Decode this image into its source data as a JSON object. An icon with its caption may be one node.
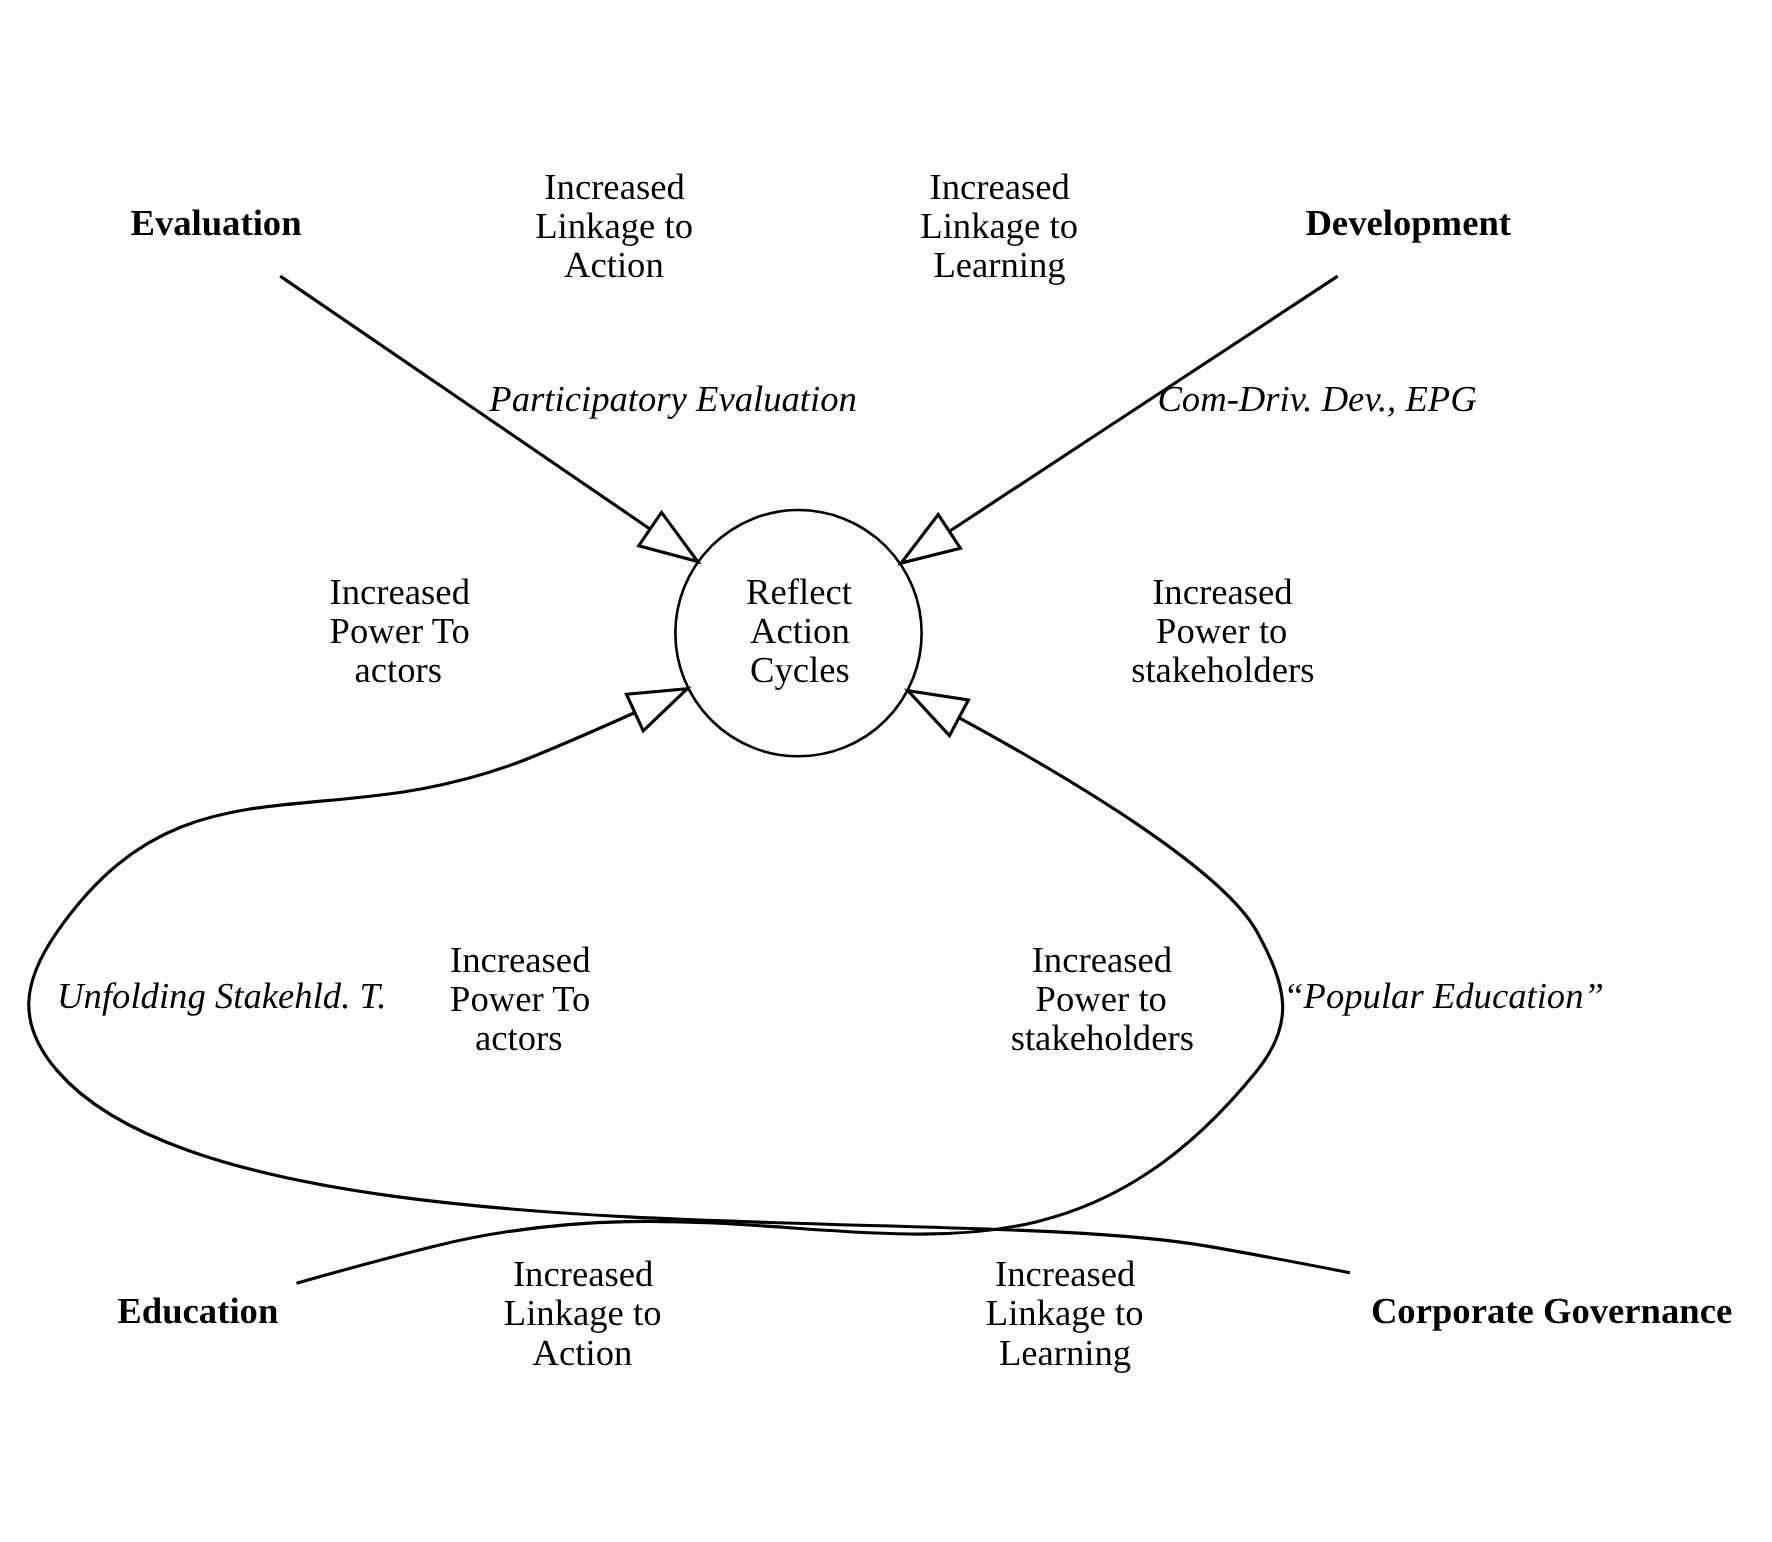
{
  "diagram": {
    "nodes": [
      {
        "text": [
          "Evaluation"
        ]
      },
      {
        "text": [
          "Development"
        ]
      },
      {
        "text": [
          "Reflect Action Cycles"
        ]
      },
      {
        "text": [
          "Education"
        ]
      },
      {
        "text": [
          "Corporate Governance"
        ]
      }
    ],
    "edges": [
      {
        "from": 0,
        "to": 2,
        "arrow": "to",
        "label": "Participatory Evaluation"
      },
      {
        "from": 1,
        "to": 2,
        "arrow": "to",
        "label": "Com-Driv. Dev., EPG"
      },
      {
        "from": 3,
        "to": 2,
        "arrow": "to",
        "label": "“Popular Education”"
      },
      {
        "from": 4,
        "to": 2,
        "arrow": "to",
        "label": "Unfolding Stakehld. T."
      }
    ],
    "labels": [
      "Increased Linkage to Action",
      "Increased Linkage to Learning",
      "Increased Power To actors",
      "Increased Power to stakeholders",
      "Increased Power To actors",
      "Increased Power to stakeholders",
      "Increased Linkage to Action",
      "Increased Linkage to Learning"
    ]
  }
}
